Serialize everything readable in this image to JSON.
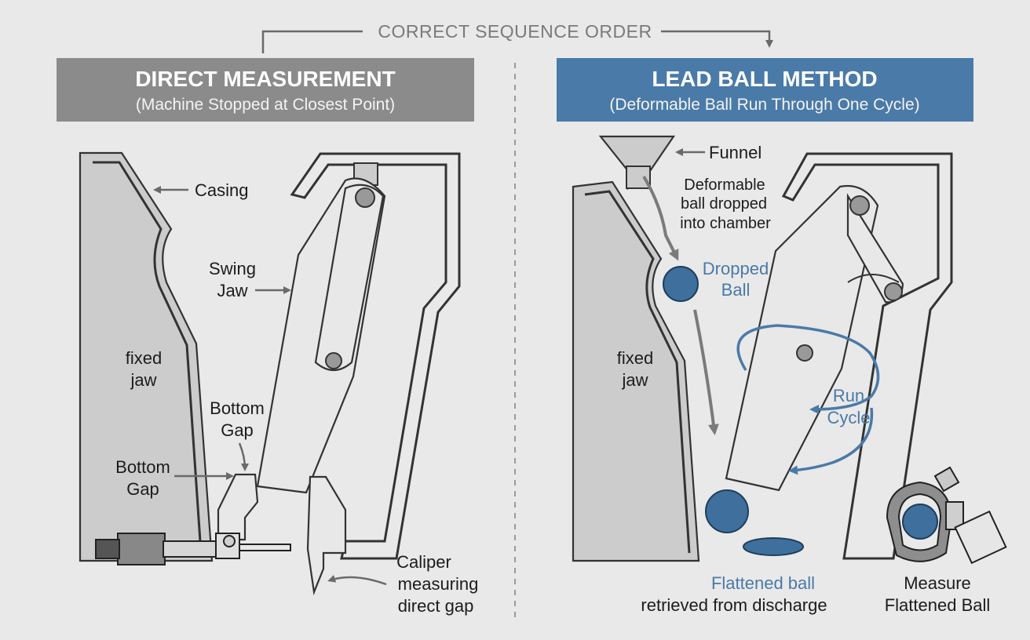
{
  "sequence": {
    "label": "CORRECT SEQUENCE ORDER"
  },
  "left_panel": {
    "title": "DIRECT MEASUREMENT",
    "subtitle": "(Machine Stopped at Closest Point)",
    "labels": {
      "casing": "Casing",
      "swing_jaw_1": "Swing",
      "swing_jaw_2": "Jaw",
      "fixed_jaw_1": "fixed",
      "fixed_jaw_2": "jaw",
      "bottom_gap_upper_1": "Bottom",
      "bottom_gap_upper_2": "Gap",
      "bottom_gap_lower_1": "Bottom",
      "bottom_gap_lower_2": "Gap",
      "caliper_1": "Caliper",
      "caliper_2": "measuring",
      "caliper_3": "direct gap"
    }
  },
  "right_panel": {
    "title": "LEAD BALL METHOD",
    "subtitle": "(Deformable Ball Run Through One Cycle)",
    "labels": {
      "funnel": "Funnel",
      "deformable_1": "Deformable",
      "deformable_2": "ball dropped",
      "deformable_3": "into chamber",
      "dropped_ball_1": "Dropped",
      "dropped_ball_2": "Ball",
      "fixed_jaw_1": "fixed",
      "fixed_jaw_2": "jaw",
      "run_cycle_1": "Run",
      "run_cycle_2": "Cycle",
      "flattened_1": "Flattened ball",
      "flattened_2": "retrieved from discharge",
      "measure_1": "Measure",
      "measure_2": "Flattened Ball"
    }
  },
  "colors": {
    "left_header": "#8b8b8b",
    "right_header": "#4a7aa7",
    "ball": "#3f6f9c",
    "accent_text": "#4a7aa7"
  }
}
